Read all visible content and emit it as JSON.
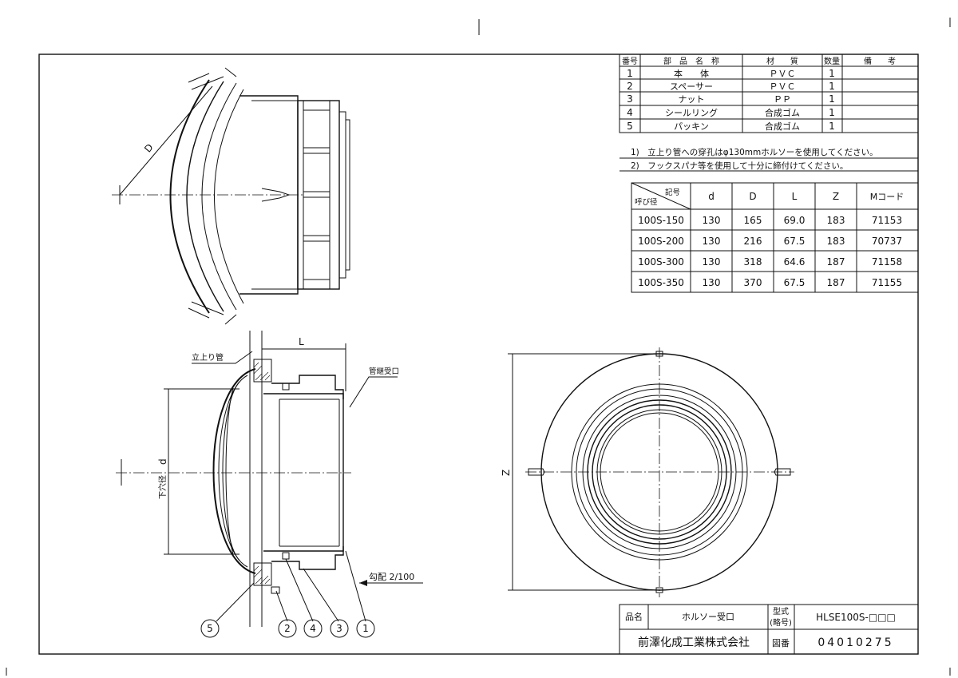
{
  "parts_table": {
    "headers": [
      "番号",
      "部　品　名　称",
      "材　　質",
      "数量",
      "備　　考"
    ],
    "rows": [
      {
        "no": "1",
        "name": "本　　体",
        "material": "ＰＶＣ",
        "qty": "1",
        "note": ""
      },
      {
        "no": "2",
        "name": "スペーサー",
        "material": "ＰＶＣ",
        "qty": "1",
        "note": ""
      },
      {
        "no": "3",
        "name": "ナット",
        "material": "ＰＰ",
        "qty": "1",
        "note": ""
      },
      {
        "no": "4",
        "name": "シールリング",
        "material": "合成ゴム",
        "qty": "1",
        "note": ""
      },
      {
        "no": "5",
        "name": "パッキン",
        "material": "合成ゴム",
        "qty": "1",
        "note": ""
      }
    ]
  },
  "notes": [
    "1)　立上り管への穿孔はφ130mmホルソーを使用してください。",
    "2)　フックスパナ等を使用して十分に締付けてください。"
  ],
  "dim_table": {
    "corner_top": "記号",
    "corner_bottom": "呼び径",
    "headers": [
      "d",
      "D",
      "L",
      "Z",
      "Mコード"
    ],
    "rows": [
      {
        "size": "100S-150",
        "d": "130",
        "D": "165",
        "L": "69.0",
        "Z": "183",
        "mcode": "71153"
      },
      {
        "size": "100S-200",
        "d": "130",
        "D": "216",
        "L": "67.5",
        "Z": "183",
        "mcode": "70737"
      },
      {
        "size": "100S-300",
        "d": "130",
        "D": "318",
        "L": "64.6",
        "Z": "187",
        "mcode": "71158"
      },
      {
        "size": "100S-350",
        "d": "130",
        "D": "370",
        "L": "67.5",
        "Z": "187",
        "mcode": "71155"
      }
    ]
  },
  "labels": {
    "dim_D": "D",
    "dim_L": "L",
    "dim_d": "d",
    "dim_d_prefix": "下穴径",
    "dim_Z": "Z",
    "riser": "立上り管",
    "pipe_socket": "管継受口",
    "slope": "勾配 2/100"
  },
  "balloons": [
    "5",
    "2",
    "4",
    "3",
    "1"
  ],
  "title_block": {
    "name_label": "品名",
    "name_value": "ホルソー受口",
    "type_label_1": "型式",
    "type_label_2": "(略号)",
    "type_value": "HLSE100S-□□□",
    "company": "前澤化成工業株式会社",
    "drawing_no_label": "図番",
    "drawing_no": "04010275"
  }
}
